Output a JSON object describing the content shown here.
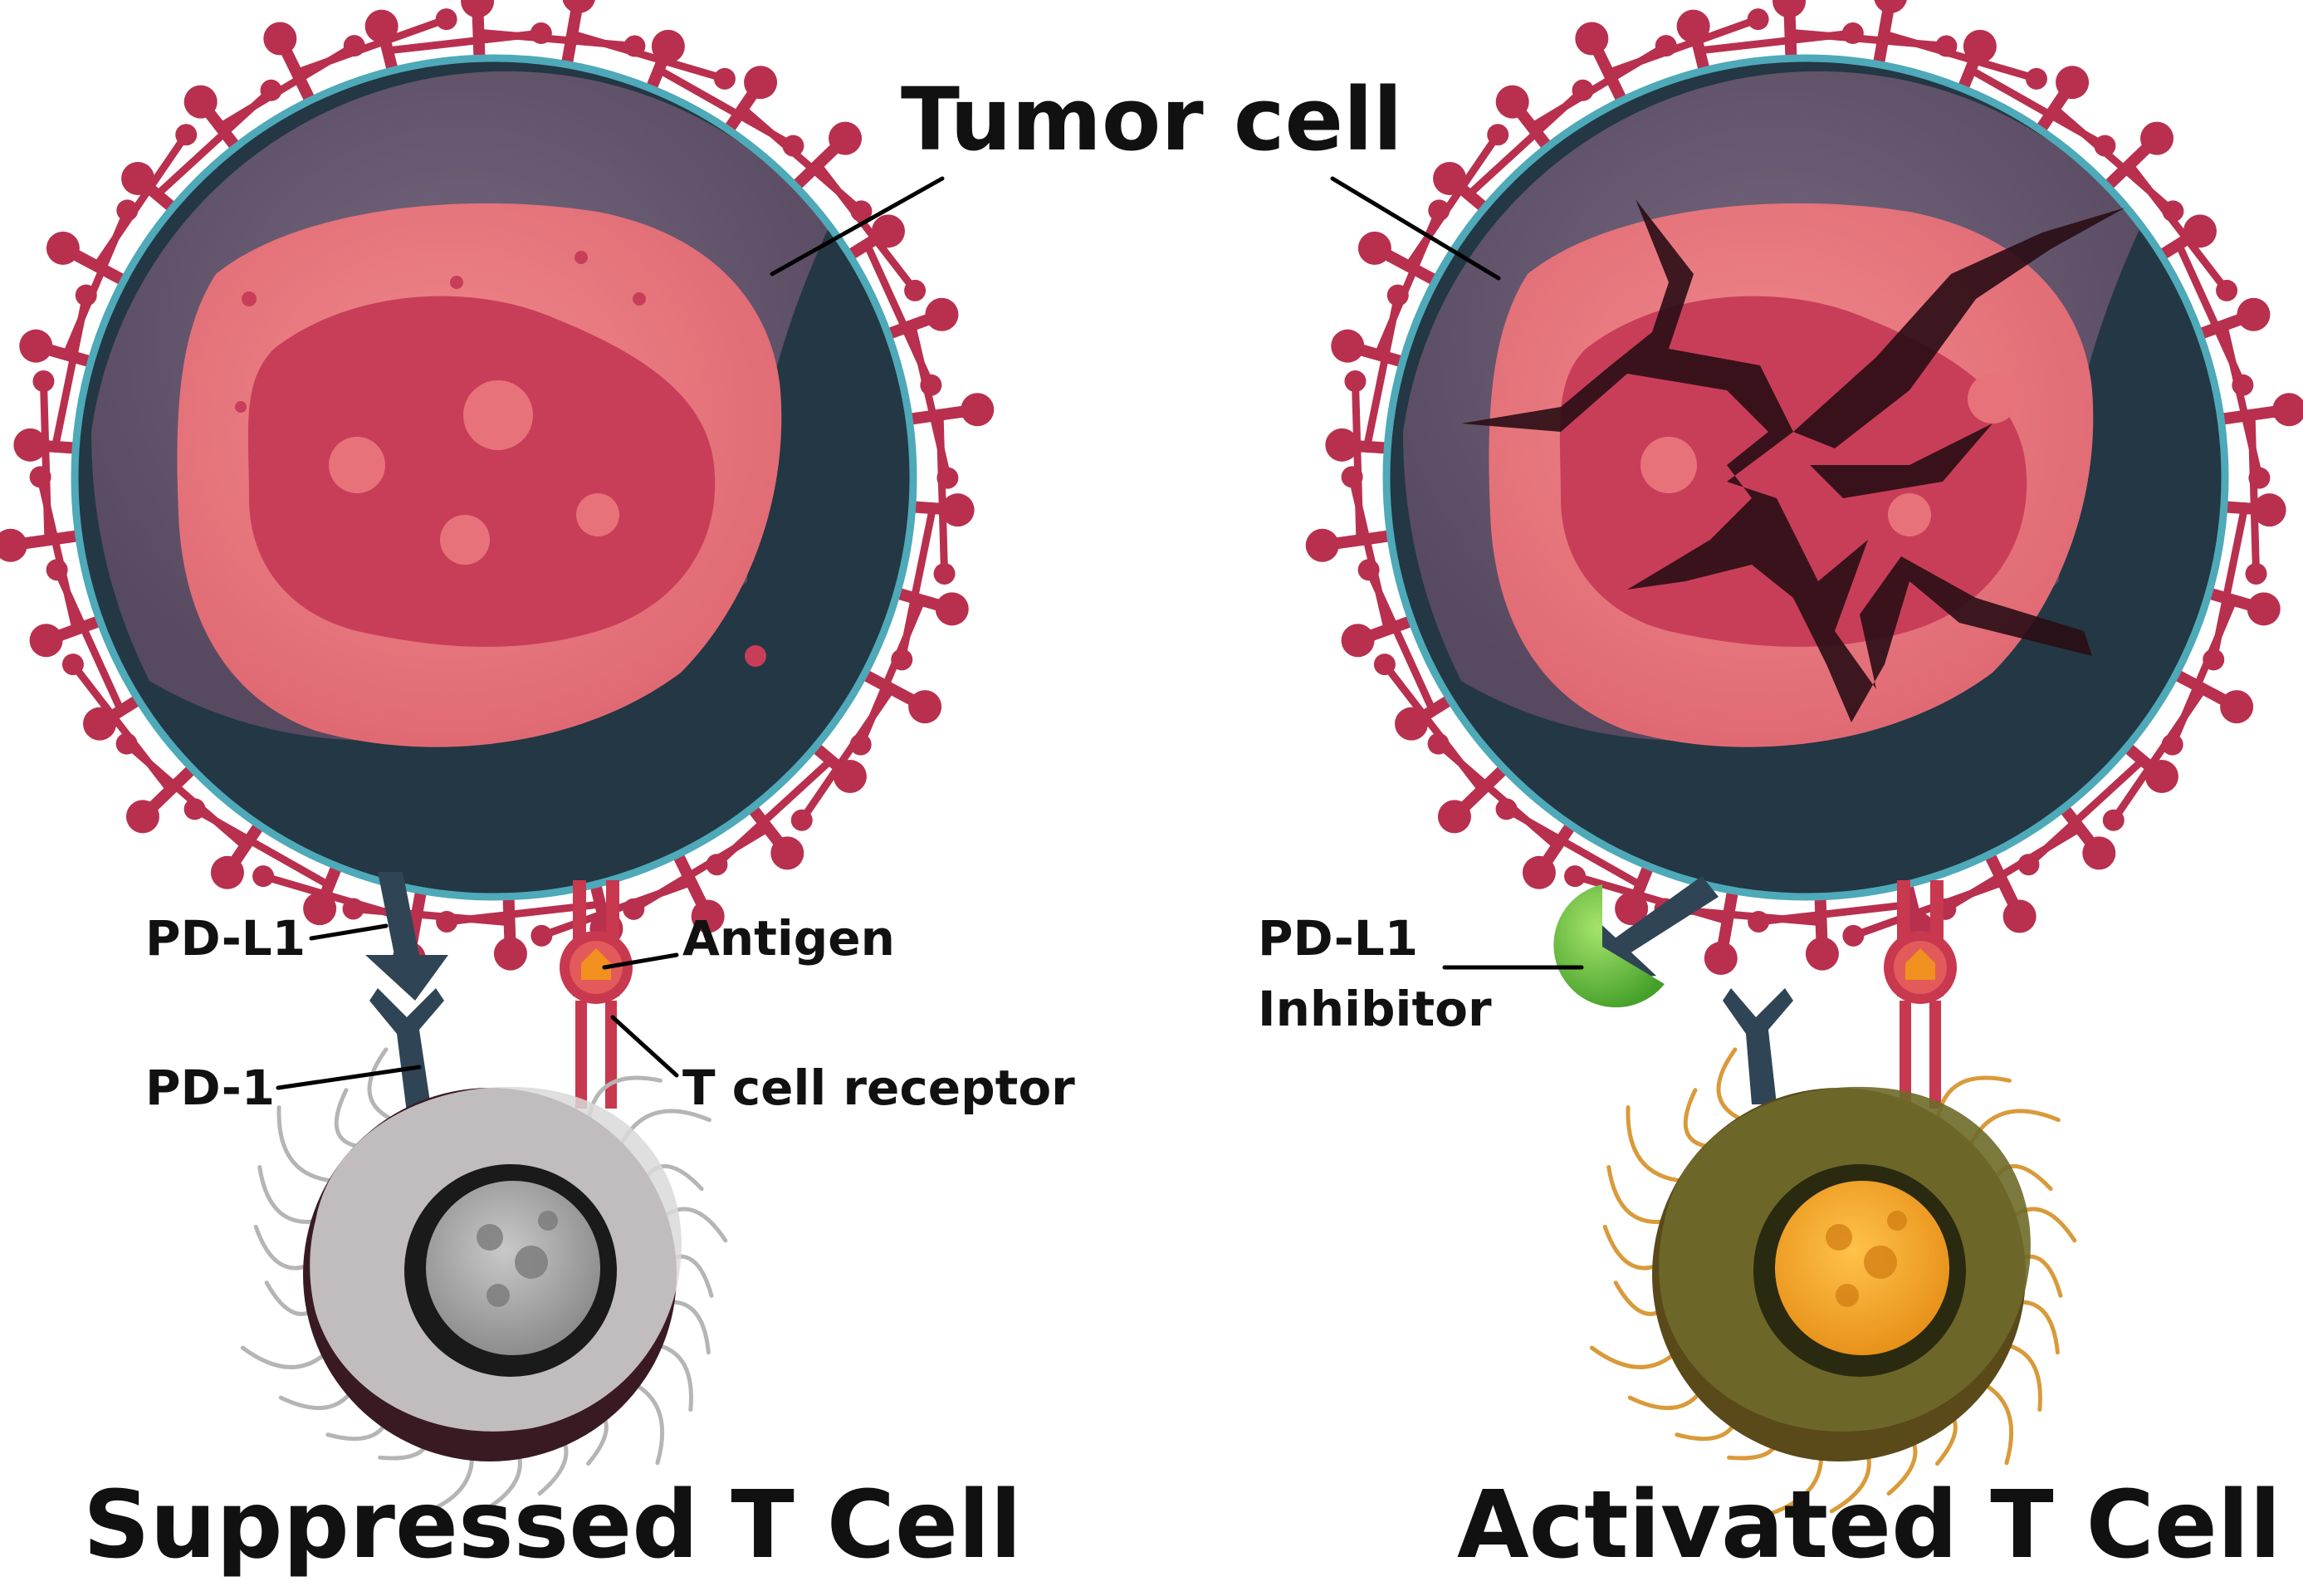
{
  "labels": {
    "tumor_cell": "Tumor cell",
    "pd_l1": "PD-L1",
    "antigen": "Antigen",
    "pd_1": "PD-1",
    "t_cell_receptor": "T cell receptor",
    "pd_l1_inhibitor_line1": "PD-L1",
    "pd_l1_inhibitor_line2": "Inhibitor",
    "suppressed": "Suppressed T Cell",
    "activated": "Activated T Cell"
  },
  "colors": {
    "tumor_spikes": "#b8304e",
    "tumor_shell": "#62506a",
    "tumor_dark": "#233744",
    "membrane": "#4ea9b8",
    "nucleus": "#e8727a",
    "nucleus_inner": "#c83e58",
    "pd_receptor": "#2f4555",
    "antigen": "#f0901e",
    "tcr": "#c8384f",
    "inhibitor": "#6cc43e",
    "suppressed_body": "#d9d9d9",
    "suppressed_nucleus": "#9a9a9a",
    "activated_body": "#6e6a2a",
    "activated_nucleus": "#f0a21e",
    "crack": "#2a0d15"
  }
}
